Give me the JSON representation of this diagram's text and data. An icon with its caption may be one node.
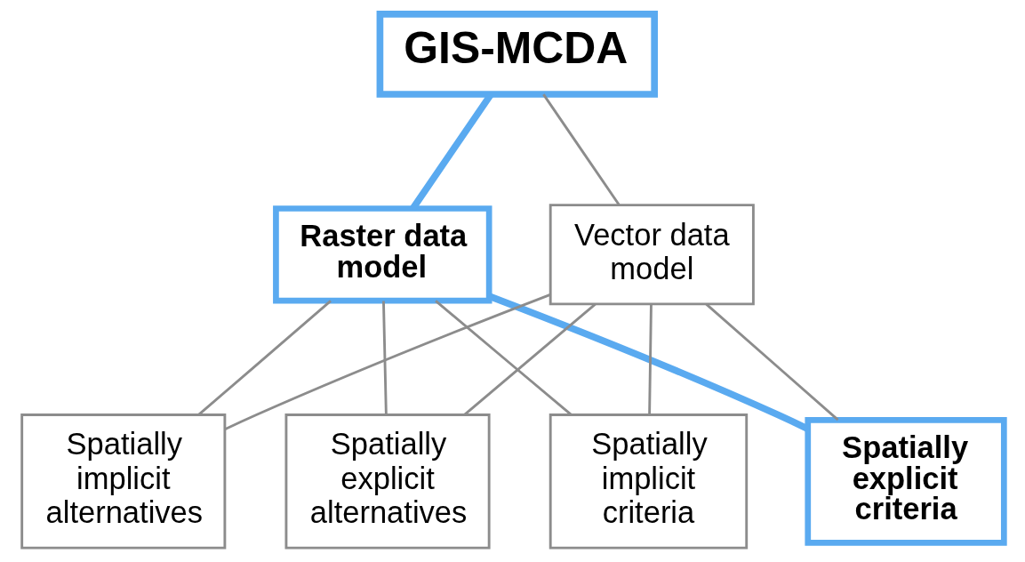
{
  "diagram": {
    "nodes": [
      {
        "text": [
          "GIS-MCDA"
        ]
      },
      {
        "text": [
          "Raster data model"
        ]
      },
      {
        "text": [
          "Vector data model"
        ]
      },
      {
        "text": [
          "Spatially implicit criteria"
        ]
      },
      {
        "text": [
          "Spatially explicit criteria"
        ]
      },
      {
        "text": [
          "Spatially implicit alternatives"
        ]
      },
      {
        "text": [
          "Spatially explicit alternatives"
        ]
      }
    ],
    "edges": [
      {
        "from": 0,
        "to": 1,
        "arrow": "none",
        "style": "thick",
        "color": "#5aaaf0"
      },
      {
        "from": 0,
        "to": 2,
        "arrow": "none"
      },
      {
        "from": 1,
        "to": 3,
        "arrow": "none"
      },
      {
        "from": 1,
        "to": 4,
        "arrow": "none",
        "style": "thick",
        "color": "#5aaaf0"
      },
      {
        "from": 1,
        "to": 5,
        "arrow": "none"
      },
      {
        "from": 1,
        "to": 6,
        "arrow": "none"
      },
      {
        "from": 2,
        "to": 3,
        "arrow": "none"
      },
      {
        "from": 2,
        "to": 4,
        "arrow": "none"
      },
      {
        "from": 2,
        "to": 5,
        "arrow": "none"
      },
      {
        "from": 2,
        "to": 6,
        "arrow": "none"
      }
    ]
  }
}
